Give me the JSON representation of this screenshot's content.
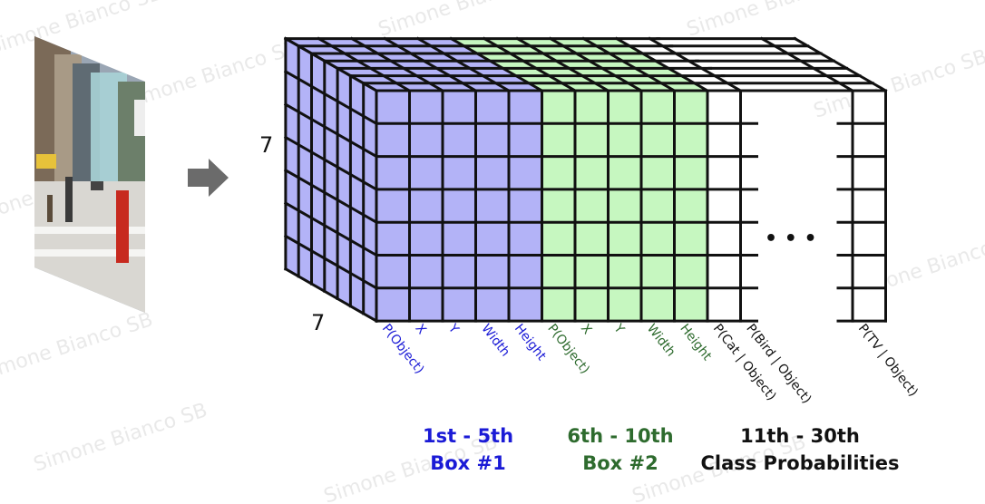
{
  "grid": {
    "rows": 7,
    "depth": 7
  },
  "dimension_labels": {
    "rows": "7",
    "depth": "7"
  },
  "ellipsis": "• • •",
  "colors": {
    "box1": "#b3b3f7",
    "box2": "#c6f7c0",
    "class": "#ffffff",
    "label_blue": "#1a1ad6",
    "label_green": "#2e6b2e",
    "label_black": "#111111",
    "arrow": "#6b6b6b"
  },
  "columns": {
    "box1": [
      "P(Object)",
      "X",
      "Y",
      "Width",
      "Height"
    ],
    "box2": [
      "P(Object)",
      "X",
      "Y",
      "Width",
      "Height"
    ],
    "class_first": [
      "P(Cat | Object)",
      "P(Bird | Object)"
    ],
    "class_last": [
      "P(TV | Object)"
    ]
  },
  "legend": {
    "box1": {
      "line1": "1st - 5th",
      "line2": "Box #1"
    },
    "box2": {
      "line1": "6th - 10th",
      "line2": "Box #2"
    },
    "classes": {
      "line1": "11th - 30th",
      "line2": "Class Probabilities"
    }
  },
  "watermark": "Simone Bianco SB"
}
